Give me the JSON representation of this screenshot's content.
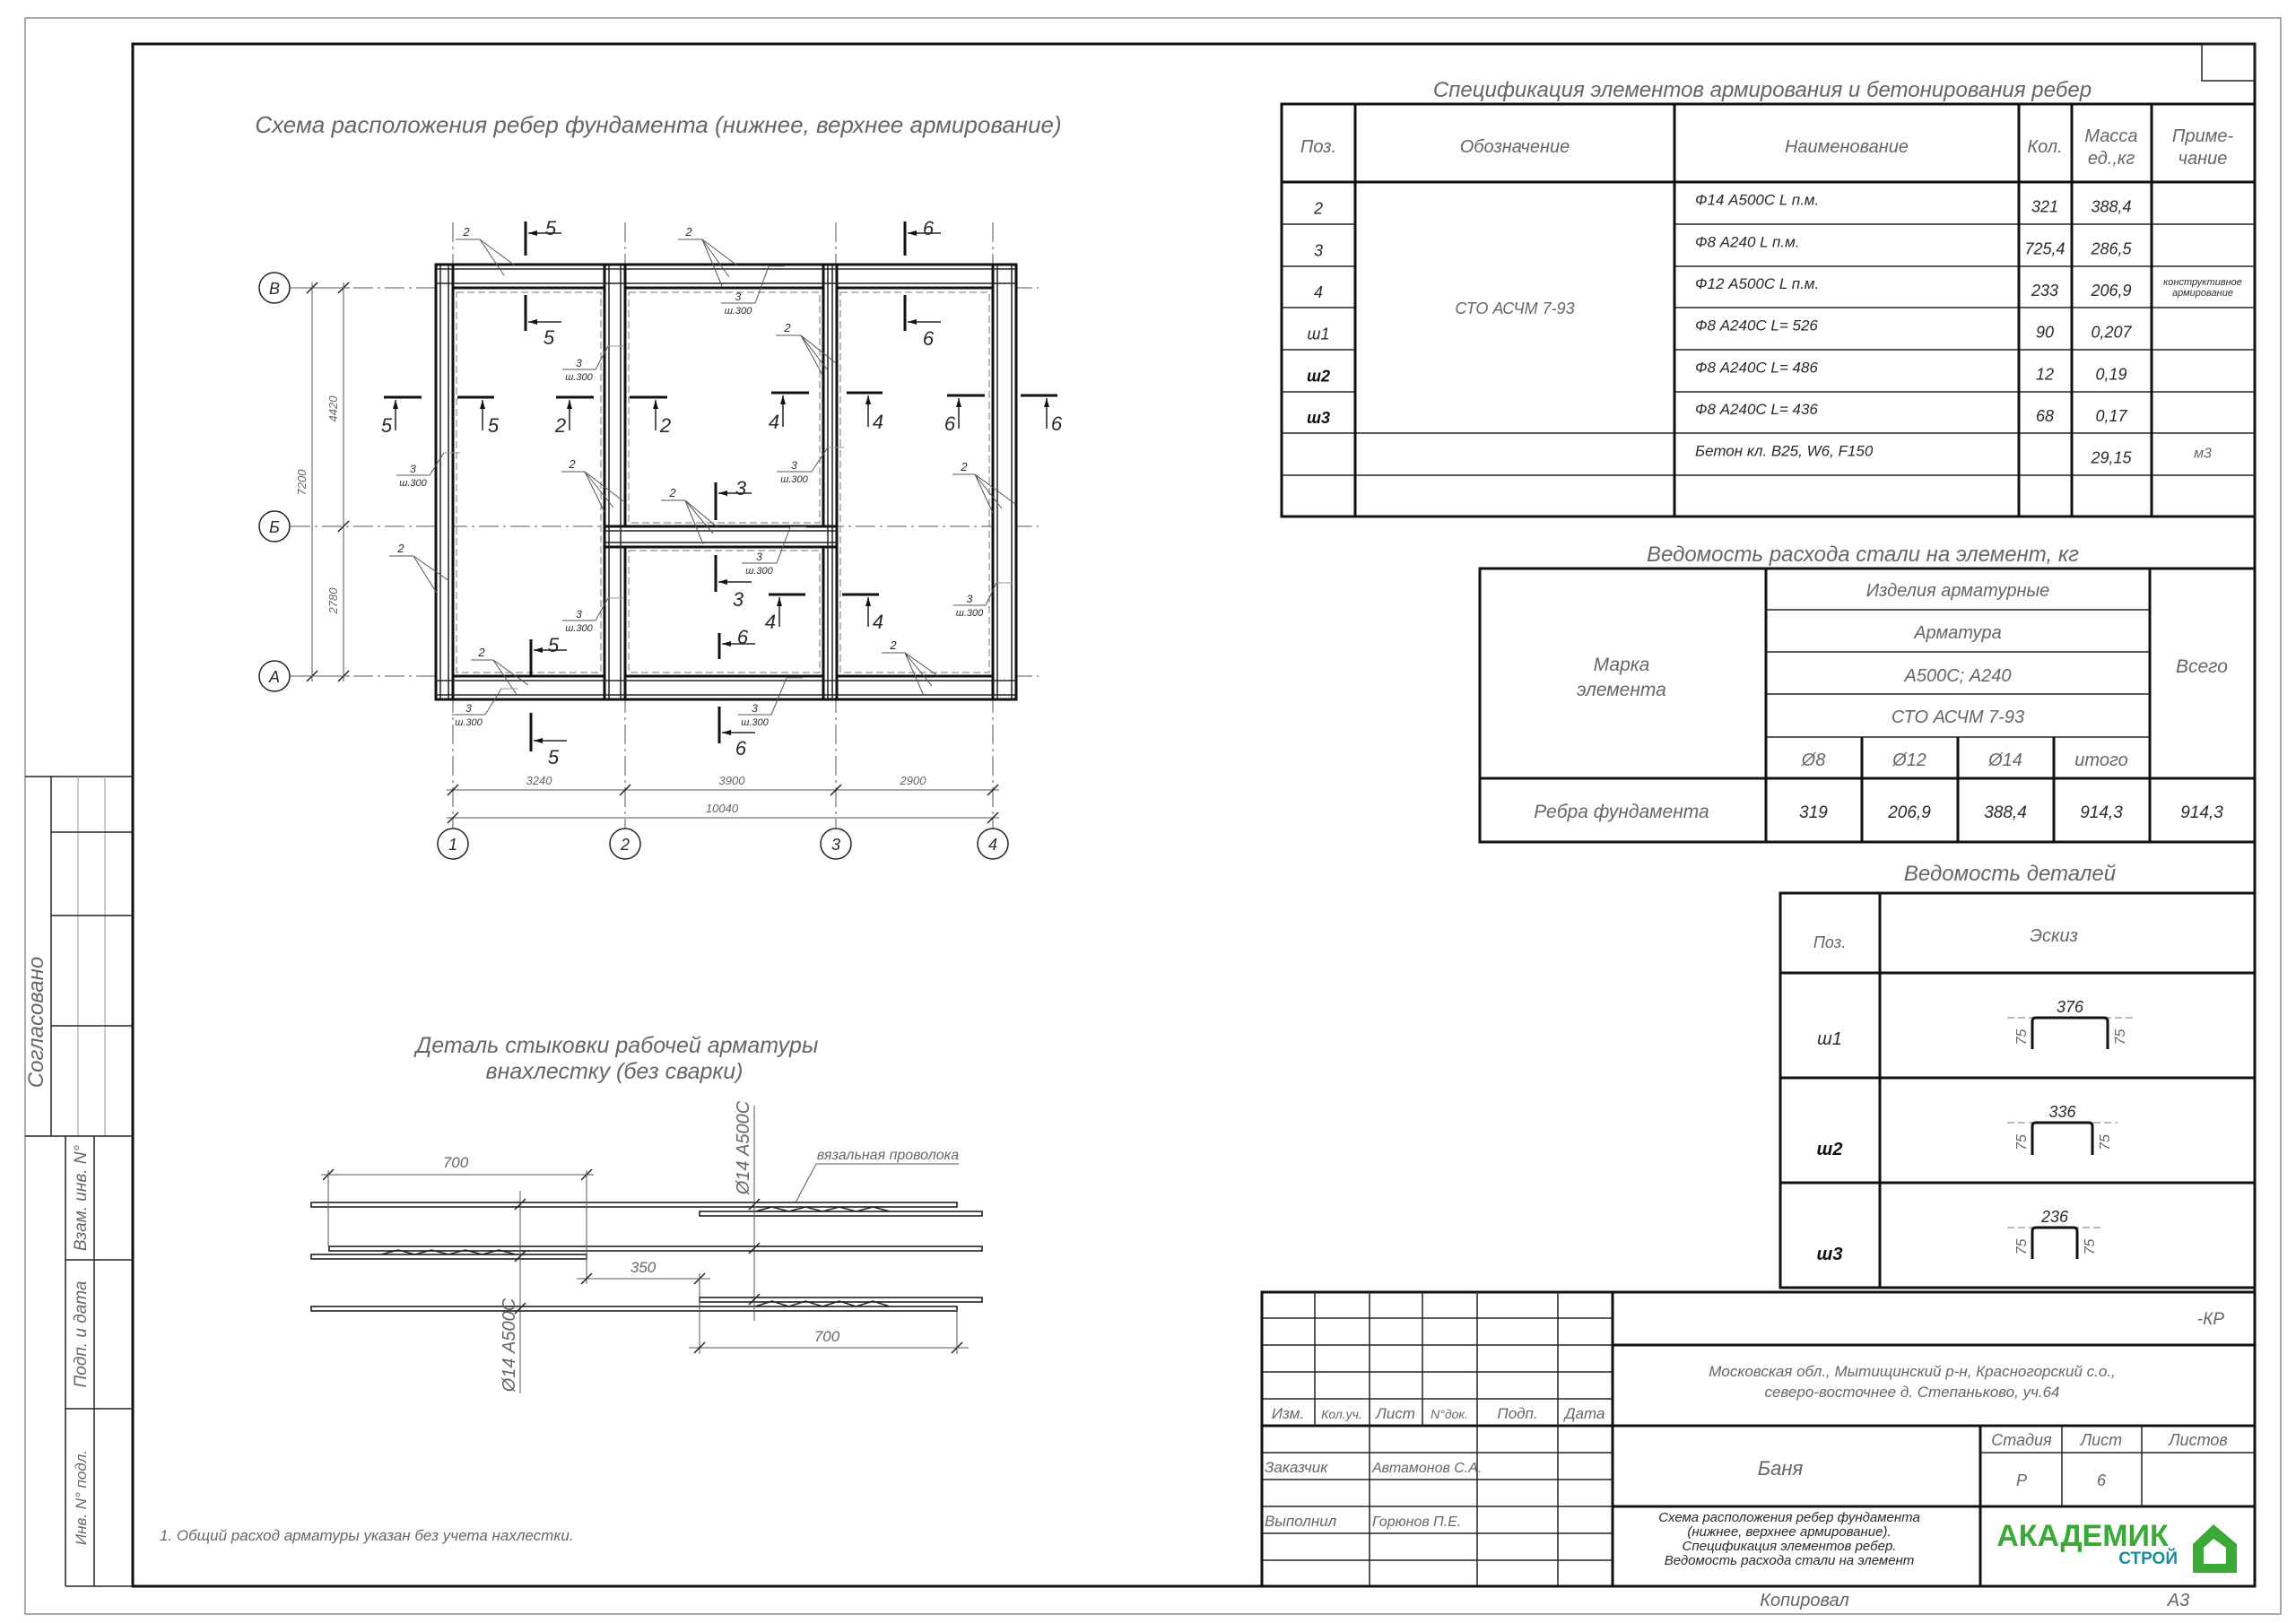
{
  "plan": {
    "title": "Схема расположения ребер фундамента (нижнее, верхнее армирование)",
    "axes_letters": [
      "В",
      "Б",
      "А"
    ],
    "axes_numbers": [
      "1",
      "2",
      "3",
      "4"
    ],
    "dims": {
      "total_v": "7200",
      "v1": "4420",
      "v2": "2780",
      "h1": "3240",
      "h2": "3900",
      "h3": "2900",
      "total_h": "10040"
    },
    "section_marks": [
      "5",
      "5",
      "6",
      "6",
      "3",
      "3",
      "5",
      "5",
      "6",
      "6",
      "5",
      "5",
      "2",
      "2",
      "4",
      "4",
      "6",
      "6",
      "4",
      "4"
    ],
    "bar_callouts": [
      "2",
      "2",
      "2",
      "2",
      "2",
      "2",
      "2",
      "2",
      "2"
    ],
    "stirrup_callouts": [
      {
        "num": "3",
        "spacing": "ш.300"
      },
      {
        "num": "3",
        "spacing": "ш.300"
      },
      {
        "num": "3",
        "spacing": "ш.300"
      },
      {
        "num": "3",
        "spacing": "ш.300"
      },
      {
        "num": "3",
        "spacing": "ш.300"
      },
      {
        "num": "3",
        "spacing": "ш.300"
      },
      {
        "num": "3",
        "spacing": "ш.300"
      },
      {
        "num": "3",
        "spacing": "ш.300"
      },
      {
        "num": "3",
        "spacing": "ш.300"
      }
    ]
  },
  "detail": {
    "title_line1": "Деталь стыковки рабочей арматуры",
    "title_line2": "внахлестку (без сварки)",
    "dim_lap_top": "700",
    "dim_offset": "350",
    "dim_lap_bottom": "700",
    "bar_label_top": "Ø14 А500С",
    "bar_label_bottom": "Ø14 А500С",
    "wire_label": "вязальная проволока"
  },
  "note": "1. Общий расход арматуры указан без учета нахлестки.",
  "spec": {
    "title": "Спецификация элементов армирования и бетонирования ребер",
    "headers": {
      "pos": "Поз.",
      "designation": "Обозначение",
      "name": "Наименование",
      "qty": "Кол.",
      "mass_1": "Масса",
      "mass_2": "ед.,кг",
      "note_1": "Приме-",
      "note_2": "чание"
    },
    "designation": "СТО АСЧМ 7-93",
    "rows": [
      {
        "pos": "2",
        "name": "Ф14 А500С  L п.м.",
        "qty": "321",
        "mass": "388,4",
        "note": [
          "",
          ""
        ]
      },
      {
        "pos": "3",
        "name": "Ф8 А240  L п.м.",
        "qty": "725,4",
        "mass": "286,5",
        "note": [
          "",
          ""
        ]
      },
      {
        "pos": "4",
        "name": "Ф12 А500С  L п.м.",
        "qty": "233",
        "mass": "206,9",
        "note": [
          "конструктивное",
          "армирование"
        ]
      },
      {
        "pos": "ш1",
        "name": "Ф8 А240С  L= 526",
        "qty": "90",
        "mass": "0,207",
        "note": [
          "",
          ""
        ]
      },
      {
        "pos": "ш2",
        "name": "Ф8 А240С  L= 486",
        "qty": "12",
        "mass": "0,19",
        "note": [
          "",
          ""
        ]
      },
      {
        "pos": "ш3",
        "name": "Ф8 А240С  L= 436",
        "qty": "68",
        "mass": "0,17",
        "note": [
          "",
          ""
        ]
      },
      {
        "pos": "",
        "name": "Бетон кл. В25, W6, F150",
        "qty": "",
        "mass": "29,15",
        "note": [
          "м3",
          ""
        ]
      },
      {
        "pos": "",
        "name": "",
        "qty": "",
        "mass": "",
        "note": [
          "",
          ""
        ]
      }
    ]
  },
  "steel": {
    "title": "Ведомость расхода стали на элемент, кг",
    "mark_header_1": "Марка",
    "mark_header_2": "элемента",
    "group_1": "Изделия арматурные",
    "group_2": "Арматура",
    "group_3": "А500С; А240",
    "group_4": "СТО АСЧМ 7-93",
    "cols": [
      "Ø8",
      "Ø12",
      "Ø14",
      "итого"
    ],
    "total_header": "Всего",
    "row": {
      "mark": "Ребра фундамента",
      "values": [
        "319",
        "206,9",
        "388,4",
        "914,3"
      ],
      "total": "914,3"
    }
  },
  "details_table": {
    "title": "Ведомость деталей",
    "headers": {
      "pos": "Поз.",
      "sketch": "Эскиз"
    },
    "rows": [
      {
        "pos": "ш1",
        "length": "376",
        "leg_left": "75",
        "leg_right": "75"
      },
      {
        "pos": "ш2",
        "length": "336",
        "leg_left": "75",
        "leg_right": "75"
      },
      {
        "pos": "ш3",
        "length": "236",
        "leg_left": "75",
        "leg_right": "75"
      }
    ]
  },
  "stamp": {
    "code": "-КР",
    "address_1": "Московская обл., Мытищинский р-н, Красногорский с.о.,",
    "address_2": "северо-восточнее д. Степаньково, уч.64",
    "col_headers": [
      "Изм.",
      "Кол.уч.",
      "Лист",
      "N°док.",
      "Подп.",
      "Дата"
    ],
    "role_customer": "Заказчик",
    "customer_name": "Автамонов С.А.",
    "role_author": "Выполнил",
    "author_name": "Горюнов П.Е.",
    "object": "Баня",
    "stage_header": "Стадия",
    "sheet_header": "Лист",
    "sheets_header": "Листов",
    "stage": "Р",
    "sheet": "6",
    "sheets": "",
    "sheet_title": [
      "Схема расположения ребер фундамента",
      "(нижнее, верхнее армирование).",
      "Спецификация элементов ребер.",
      "Ведомость расхода стали на элемент"
    ],
    "logo_main": "АКАДЕМИК",
    "logo_sub": "СТРОЙ",
    "copied": "Копировал",
    "format": "А3",
    "logo_colors": {
      "green": "#3aa935",
      "teal": "#1d8c9a"
    }
  },
  "side_strip": {
    "agreed": "Согласовано",
    "replace_inv": "Взам. инв. N°",
    "sign_date": "Подп. и дата",
    "inv_orig": "Инв. N° подл."
  }
}
